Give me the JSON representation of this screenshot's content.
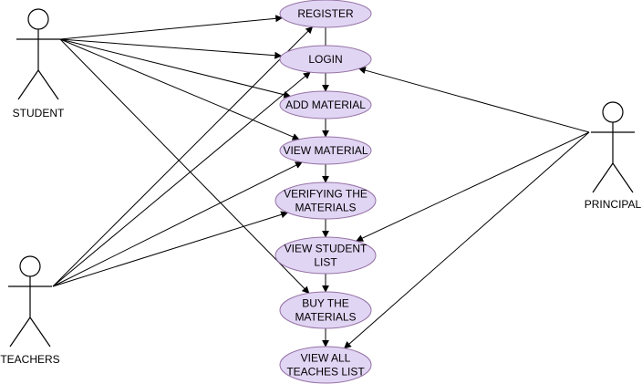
{
  "colors": {
    "usecase_fill": "#e1d5f4",
    "usecase_stroke": "#9673a6",
    "line": "#000000",
    "background": "#ffffff"
  },
  "actors": [
    {
      "id": "student",
      "label": "STUDENT"
    },
    {
      "id": "teachers",
      "label": "TEACHERS"
    },
    {
      "id": "principal",
      "label": "PRINCIPAL"
    }
  ],
  "usecases": [
    {
      "id": "register",
      "lines": [
        "REGISTER"
      ]
    },
    {
      "id": "login",
      "lines": [
        "LOGIN"
      ]
    },
    {
      "id": "add",
      "lines": [
        "ADD MATERIAL"
      ]
    },
    {
      "id": "view",
      "lines": [
        "VIEW MATERIAL"
      ]
    },
    {
      "id": "verify",
      "lines": [
        "VERIFYING THE",
        "MATERIALS"
      ]
    },
    {
      "id": "students",
      "lines": [
        "VIEW STUDENT",
        "LIST"
      ]
    },
    {
      "id": "buy",
      "lines": [
        "BUY THE",
        "MATERIALS"
      ]
    },
    {
      "id": "teacherlist",
      "lines": [
        "VIEW ALL",
        "TEACHES LIST"
      ]
    }
  ],
  "associations": [
    {
      "from": "student",
      "to": "register"
    },
    {
      "from": "student",
      "to": "login"
    },
    {
      "from": "student",
      "to": "add"
    },
    {
      "from": "student",
      "to": "view"
    },
    {
      "from": "student",
      "to": "buy"
    },
    {
      "from": "teachers",
      "to": "register"
    },
    {
      "from": "teachers",
      "to": "login"
    },
    {
      "from": "teachers",
      "to": "view"
    },
    {
      "from": "teachers",
      "to": "verify"
    },
    {
      "from": "principal",
      "to": "login"
    },
    {
      "from": "principal",
      "to": "students"
    },
    {
      "from": "principal",
      "to": "teacherlist"
    }
  ],
  "flow": [
    {
      "from": "register",
      "to": "login",
      "arrow": false
    },
    {
      "from": "login",
      "to": "add",
      "arrow": true
    },
    {
      "from": "add",
      "to": "view",
      "arrow": true
    },
    {
      "from": "view",
      "to": "verify",
      "arrow": true
    },
    {
      "from": "verify",
      "to": "students",
      "arrow": true
    },
    {
      "from": "students",
      "to": "buy",
      "arrow": true
    },
    {
      "from": "buy",
      "to": "teacherlist",
      "arrow": true
    }
  ]
}
